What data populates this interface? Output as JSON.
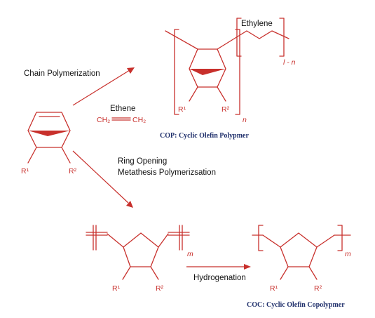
{
  "colors": {
    "structure": "#c8302c",
    "text": "#111111",
    "caption": "#1f2f6b",
    "background": "#ffffff"
  },
  "labels": {
    "chain_polymerization": "Chain Polymerization",
    "ethene": "Ethene",
    "ch2_left": "CH₂",
    "ch2_right": "CH₂",
    "ethylene": "Ethylene",
    "ethylene_subscript": "l - n",
    "cop_subscript": "n",
    "cop_r1": "R¹",
    "cop_r2": "R²",
    "cop_caption": "COP:  Cyclic Olefin Polypmer",
    "monomer_r1": "R¹",
    "monomer_r2": "R²",
    "romp_line1": "Ring Opening",
    "romp_line2": "Metathesis Polymerizsation",
    "romp_subscript": "m",
    "romp_r1": "R¹",
    "romp_r2": "R²",
    "hydrogenation": "Hydrogenation",
    "coc_subscript": "m",
    "coc_r1": "R¹",
    "coc_r2": "R²",
    "coc_caption": "COC:  Cyclic Olefin Copolypmer"
  }
}
